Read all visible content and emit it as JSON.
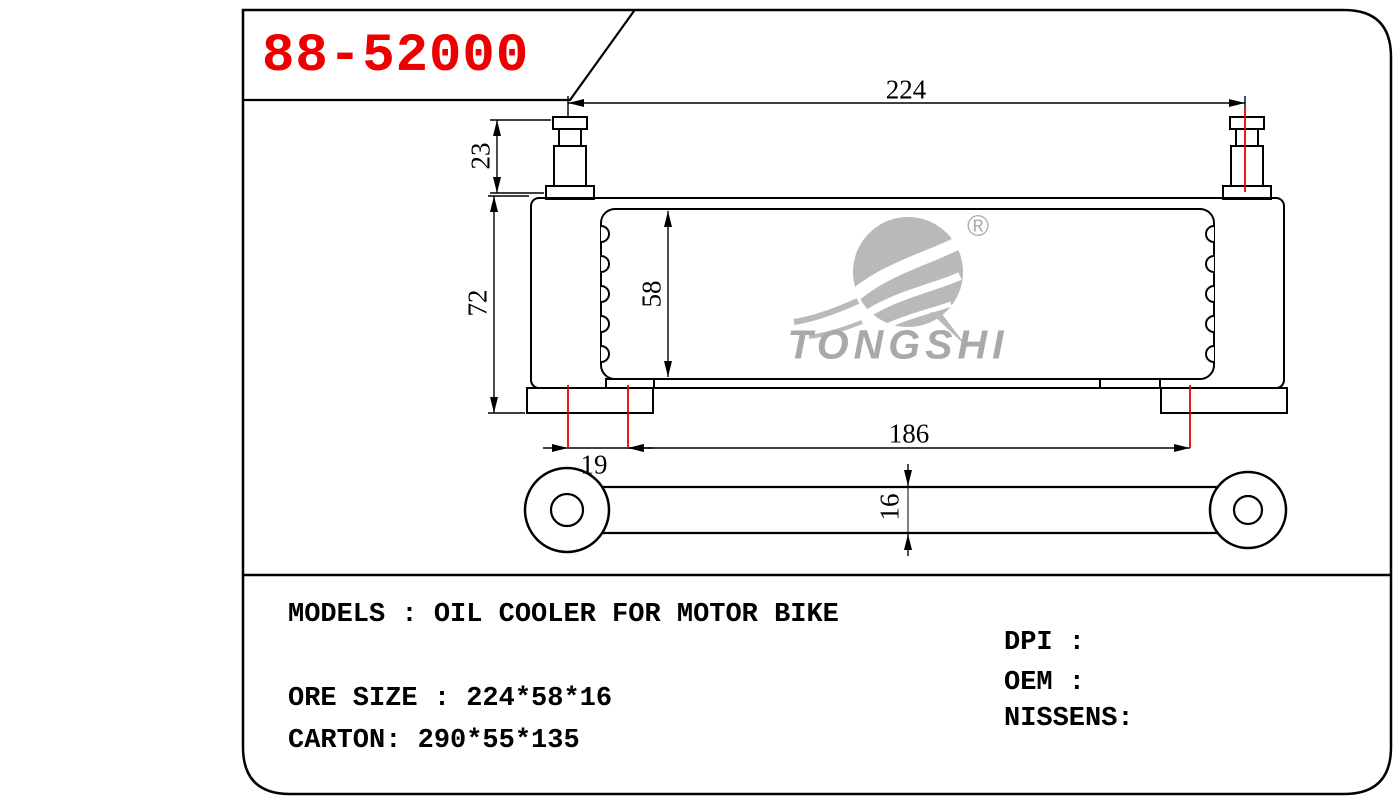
{
  "colors": {
    "part_number_red": "#ee0000",
    "extension_line_red": "#e60000",
    "watermark_gray": "#b0b0b0",
    "line_black": "#000000",
    "background": "#ffffff"
  },
  "title_block": {
    "part_number": "88-52000"
  },
  "drawing": {
    "dimensions": {
      "overall_width": "224",
      "pipe_height": "23",
      "body_height": "72",
      "core_height": "58",
      "foot_offset": "19",
      "mount_spacing": "186",
      "thickness": "16"
    },
    "watermark": {
      "brand": "TONGSHI",
      "registered": "®"
    }
  },
  "info_panel": {
    "models_line": "MODELS : OIL COOLER FOR MOTOR BIKE",
    "core_size_line": "ORE SIZE : 224*58*16",
    "carton_line": "CARTON: 290*55*135",
    "dpi_label": "DPI :",
    "oem_label": "OEM :",
    "nissens_label": "NISSENS:"
  }
}
